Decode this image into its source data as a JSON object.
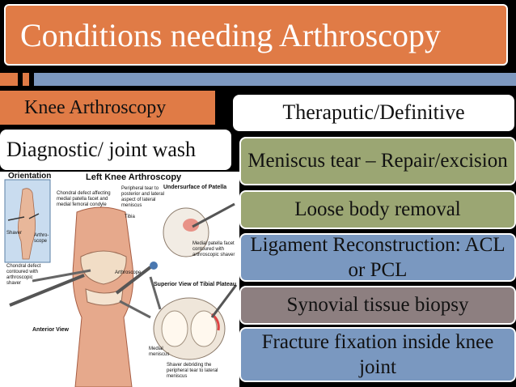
{
  "slide": {
    "title": "Conditions needing Arthroscopy",
    "tab_label": "Knee Arthroscopy",
    "right_header": "Theraputic/Definitive",
    "left_header": "Diagnostic/ joint wash",
    "items": [
      {
        "label": "Meniscus tear – Repair/excision"
      },
      {
        "label": "Loose body removal"
      },
      {
        "label": "Ligament Reconstruction: ACL or PCL"
      },
      {
        "label": "Synovial tissue biopsy"
      },
      {
        "label": "Fracture fixation inside knee joint"
      }
    ],
    "colors": {
      "orange": "#e07b46",
      "olive": "#9ba673",
      "blue": "#7a98c0",
      "taupe": "#8d7f80"
    }
  },
  "illustration": {
    "title": "Left Knee Arthroscopy",
    "orientation": "Orientation",
    "shaver": "Shaver",
    "arthroscope_small": "Arthro-scope",
    "chondral_defect_1": "Chondral defect affecting medial patella facet and medial femoral condyle",
    "peripheral_tear": "Peripheral tear to posterior and lateral aspect of lateral meniscus",
    "undersurface": "Undersurface of Patella",
    "tibia": "Tibia",
    "medial_patella": "Medial patella facet contoured with arthroscopic shaver",
    "chondral_defect_2": "Chondral defect contoured with arthroscopic shaver",
    "arthroscope": "Arthroscope",
    "superior_view": "Superior View of Tibial Plateau",
    "anterior_view": "Anterior View",
    "medial_meniscus": "Medial meniscus",
    "shaver_debriding": "Shaver debriding the peripheral tear to lateral meniscus"
  }
}
